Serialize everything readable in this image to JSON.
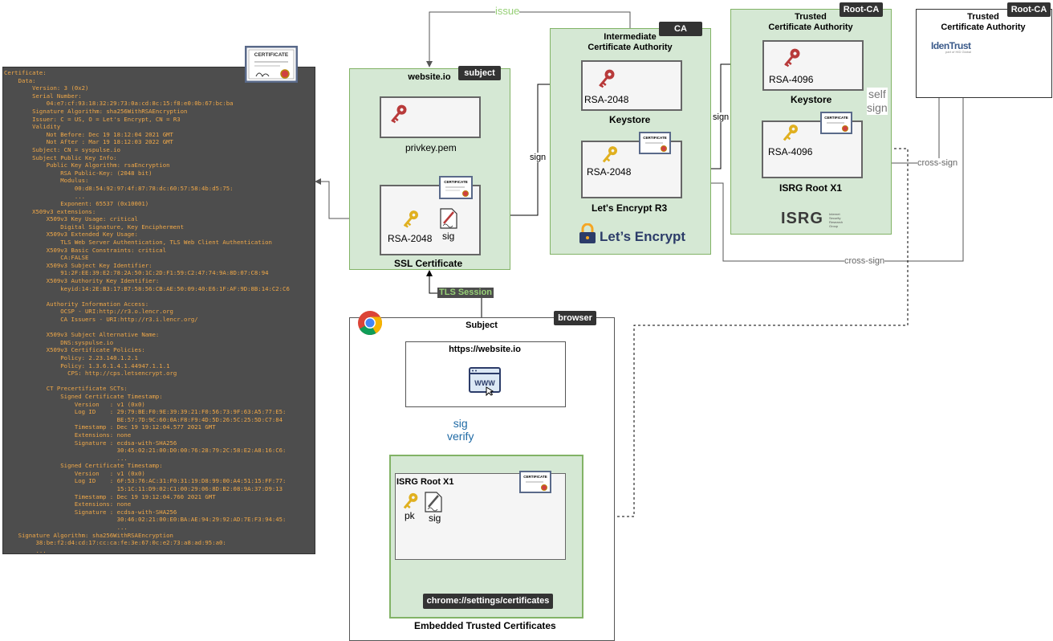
{
  "certificate_text": "Certificate:\n    Data:\n        Version: 3 (0x2)\n        Serial Number:\n            04:e7:cf:93:18:32:29:73:0a:cd:8c:15:f8:e0:0b:67:bc:ba\n        Signature Algorithm: sha256WithRSAEncryption\n        Issuer: C = US, O = Let's Encrypt, CN = R3\n        Validity\n            Not Before: Dec 19 18:12:04 2021 GMT\n            Not After : Mar 19 18:12:03 2022 GMT\n        Subject: CN = syspulse.io\n        Subject Public Key Info:\n            Public Key Algorithm: rsaEncryption\n                RSA Public-Key: (2048 bit)\n                Modulus:\n                    00:d8:54:92:97:4f:87:78:dc:60:57:58:4b:d5:75:\n                    ...\n                Exponent: 65537 (0x10001)\n        X509v3 extensions:\n            X509v3 Key Usage: critical\n                Digital Signature, Key Encipherment\n            X509v3 Extended Key Usage:\n                TLS Web Server Authentication, TLS Web Client Authentication\n            X509v3 Basic Constraints: critical\n                CA:FALSE\n            X509v3 Subject Key Identifier:\n                91:2F:EE:39:E2:78:2A:50:1C:2D:F1:59:C2:47:74:9A:8D:07:C8:94\n            X509v3 Authority Key Identifier:\n                keyid:14:2E:B3:17:B7:58:56:CB:AE:50:09:40:E6:1F:AF:9D:8B:14:C2:C6\n\n            Authority Information Access:\n                OCSP - URI:http://r3.o.lencr.org\n                CA Issuers - URI:http://r3.i.lencr.org/\n\n            X509v3 Subject Alternative Name:\n                DNS:syspulse.io\n            X509v3 Certificate Policies:\n                Policy: 2.23.140.1.2.1\n                Policy: 1.3.6.1.4.1.44947.1.1.1\n                  CPS: http://cps.letsencrypt.org\n\n            CT Precertificate SCTs:\n                Signed Certificate Timestamp:\n                    Version   : v1 (0x0)\n                    Log ID    : 29:79:BE:F0:9E:39:39:21:F0:56:73:9F:63:A5:77:E5:\n                                BE:57:7D:9C:60:0A:F8:F9:4D:5D:26:5C:25:5D:C7:84\n                    Timestamp : Dec 19 19:12:04.577 2021 GMT\n                    Extensions: none\n                    Signature : ecdsa-with-SHA256\n                                30:45:02:21:00:D0:00:76:28:79:2C:58:E2:A8:16:C6:\n                                ...\n                Signed Certificate Timestamp:\n                    Version   : v1 (0x0)\n                    Log ID    : 6F:53:76:AC:31:F0:31:19:D8:99:00:A4:51:15:FF:77:\n                                15:1C:11:D9:02:C1:00:29:06:8D:B2:08:9A:37:D9:13\n                    Timestamp : Dec 19 19:12:04.760 2021 GMT\n                    Extensions: none\n                    Signature : ecdsa-with-SHA256\n                                30:46:02:21:00:E0:BA:AE:94:29:92:AD:7E:F3:94:45:\n                                ...\n    Signature Algorithm: sha256WithRSAEncryption\n         38:be:f2:d4:cd:17:cc:ca:fe:3e:67:0c:e2:73:a8:ad:95:a0:\n         ...",
  "certificate_icon_text": "CERTIFICATE",
  "website": {
    "title": "website.io",
    "tag": "subject",
    "privkey_label": "privkey.pem",
    "sign_label": "sign",
    "key_label": "RSA-2048",
    "sig_label": "sig",
    "footer": "SSL Certificate"
  },
  "issue_label": "issue",
  "tls_label": "TLS Session",
  "ca": {
    "tag": "CA",
    "title_line1": "Intermediate",
    "title_line2": "Certificate Authority",
    "keystore_key": "RSA-2048",
    "keystore_label": "Keystore",
    "cert_key": "RSA-2048",
    "cert_label": "Let's Encrypt R3",
    "sign_label": "sign",
    "brand": "Let’s Encrypt"
  },
  "root1": {
    "tag": "Root-CA",
    "title_line1": "Trusted",
    "title_line2": "Certificate Authority",
    "keystore_key": "RSA-4096",
    "keystore_label": "Keystore",
    "self_sign_1": "self",
    "self_sign_2": "sign",
    "cert_key": "RSA-4096",
    "cert_label": "ISRG Root X1",
    "sign_label": "sign",
    "brand": "ISRG",
    "brand_sub": "Internet Security Research Group"
  },
  "root2": {
    "tag": "Root-CA",
    "title_line1": "Trusted",
    "title_line2": "Certificate Authority",
    "brand": "IdenTrust",
    "brand_sub": "part of HID Global"
  },
  "cross_sign_label": "cross-sign",
  "browser": {
    "tag": "browser",
    "title": "Subject",
    "url": "https://website.io",
    "www": "WWW",
    "verify_1": "sig",
    "verify_2": "verify",
    "trusted_title": "ISRG Root X1",
    "pk_label": "pk",
    "sig_label": "sig",
    "settings": "chrome://settings/certificates",
    "footer": "Embedded Trusted Certificates"
  },
  "colors": {
    "green_fill": "#d5e8d4",
    "green_stroke": "#82b366",
    "panel_bg": "#4d4d4d",
    "panel_text": "#f0a848",
    "key_red": "#b83a3a",
    "key_gold": "#e0b020",
    "edge_green": "#97d077"
  }
}
